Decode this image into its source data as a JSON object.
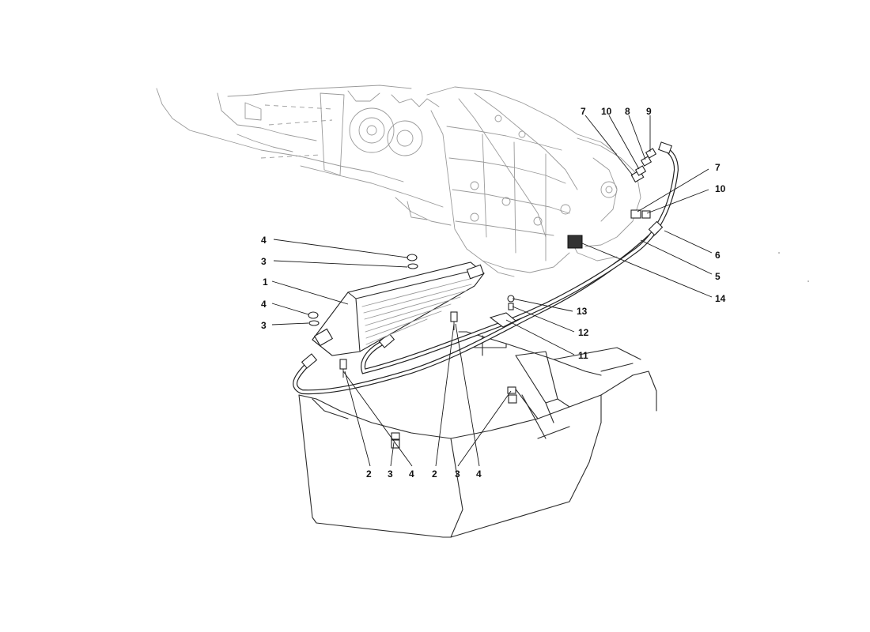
{
  "callouts": [
    {
      "id": "c-7a",
      "label": "7"
    },
    {
      "id": "c-10a",
      "label": "10"
    },
    {
      "id": "c-8",
      "label": "8"
    },
    {
      "id": "c-9",
      "label": "9"
    },
    {
      "id": "c-7b",
      "label": "7"
    },
    {
      "id": "c-10b",
      "label": "10"
    },
    {
      "id": "c-6",
      "label": "6"
    },
    {
      "id": "c-5",
      "label": "5"
    },
    {
      "id": "c-14",
      "label": "14"
    },
    {
      "id": "c-13",
      "label": "13"
    },
    {
      "id": "c-12",
      "label": "12"
    },
    {
      "id": "c-11",
      "label": "11"
    },
    {
      "id": "c-4a",
      "label": "4"
    },
    {
      "id": "c-3a",
      "label": "3"
    },
    {
      "id": "c-1",
      "label": "1"
    },
    {
      "id": "c-4b",
      "label": "4"
    },
    {
      "id": "c-3b",
      "label": "3"
    },
    {
      "id": "c-2a",
      "label": "2"
    },
    {
      "id": "c-3c",
      "label": "3"
    },
    {
      "id": "c-4c",
      "label": "4"
    },
    {
      "id": "c-2b",
      "label": "2"
    },
    {
      "id": "c-3d",
      "label": "3"
    },
    {
      "id": "c-4d",
      "label": "4"
    }
  ]
}
